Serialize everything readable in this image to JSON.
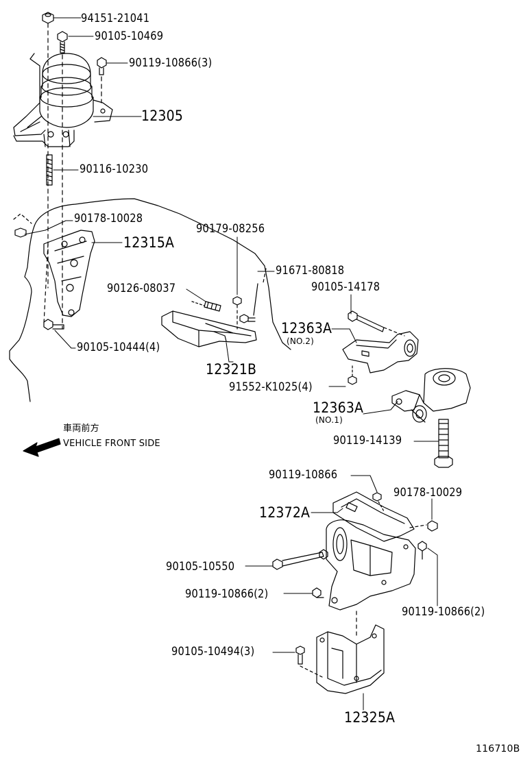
{
  "labels": {
    "p94151_21041": "94151-21041",
    "p90105_10469": "90105-10469",
    "p90119_10866_3a": "90119-10866(3)",
    "p12305": "12305",
    "p90116_10230": "90116-10230",
    "p90178_10028": "90178-10028",
    "p12315a": "12315A",
    "p90105_10444_4": "90105-10444(4)",
    "p90179_08256": "90179-08256",
    "p91671_80818": "91671-80818",
    "p90105_14178": "90105-14178",
    "p90126_08037": "90126-08037",
    "p12363a_no2": "12363A",
    "p12363a_no2_sub": "(NO.2)",
    "p12321b": "12321B",
    "p91552_k1025_4": "91552-K1025(4)",
    "p12363a_no1": "12363A",
    "p12363a_no1_sub": "(NO.1)",
    "p90119_14139": "90119-14139",
    "p90119_10866": "90119-10866",
    "p90178_10029": "90178-10029",
    "p12372a": "12372A",
    "p90105_10550": "90105-10550",
    "p90119_10866_2a": "90119-10866(2)",
    "p90119_10866_2b": "90119-10866(2)",
    "p90105_10494_3": "90105-10494(3)",
    "p12325a": "12325A"
  },
  "direction": {
    "jp": "車両前方",
    "en": "VEHICLE FRONT SIDE",
    "icon": "front-arrow-icon"
  },
  "reference": "116710B"
}
